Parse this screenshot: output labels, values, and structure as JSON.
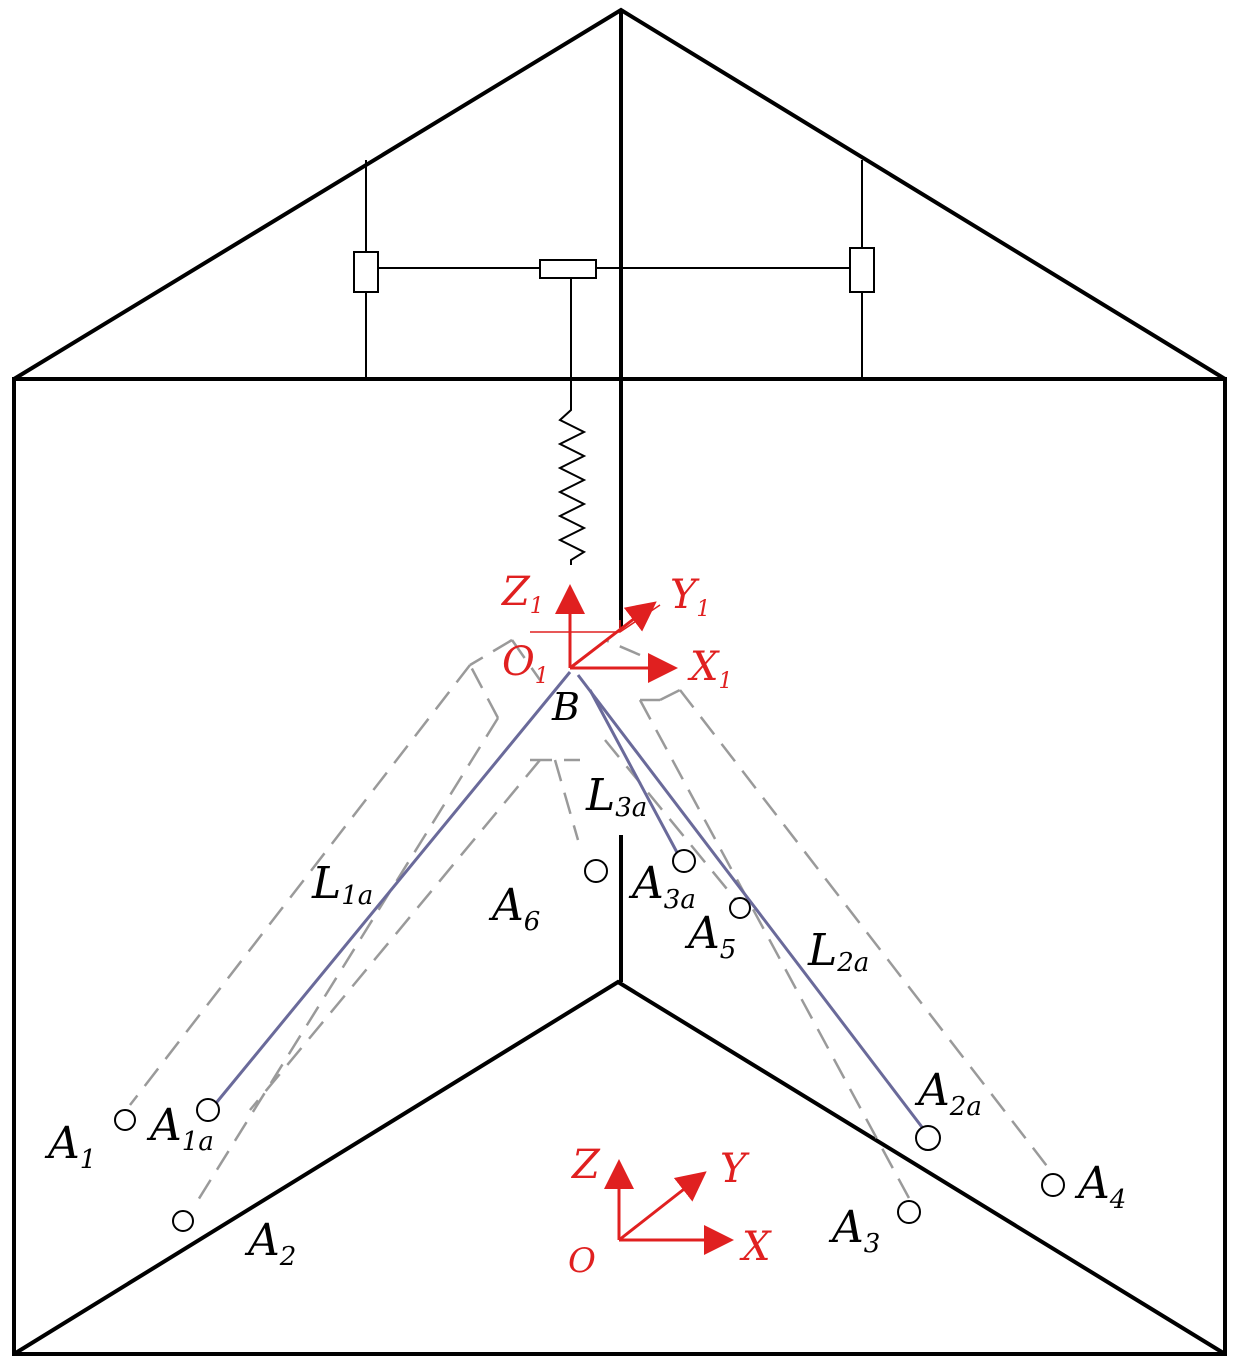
{
  "labels": {
    "A1": {
      "main": "A",
      "sub": "1"
    },
    "A1a": {
      "main": "A",
      "sub": "1a"
    },
    "A2": {
      "main": "A",
      "sub": "2"
    },
    "A2a": {
      "main": "A",
      "sub": "2a"
    },
    "A3": {
      "main": "A",
      "sub": "3"
    },
    "A3a": {
      "main": "A",
      "sub": "3a"
    },
    "A4": {
      "main": "A",
      "sub": "4"
    },
    "A5": {
      "main": "A",
      "sub": "5"
    },
    "A6": {
      "main": "A",
      "sub": "6"
    },
    "L1a": {
      "main": "L",
      "sub": "1a"
    },
    "L2a": {
      "main": "L",
      "sub": "2a"
    },
    "L3a": {
      "main": "L",
      "sub": "3a"
    },
    "B": "B",
    "O": "O",
    "X": "X",
    "Y": "Y",
    "Z": "Z",
    "O1": {
      "main": "O",
      "sub": "1"
    },
    "X1": {
      "main": "X",
      "sub": "1"
    },
    "Y1": {
      "main": "Y",
      "sub": "1"
    },
    "Z1": {
      "main": "Z",
      "sub": "1"
    }
  },
  "colors": {
    "frame": "#000000",
    "cable": "#6a6a9a",
    "dashed": "#9a9a9a",
    "axes": "#e02020"
  }
}
